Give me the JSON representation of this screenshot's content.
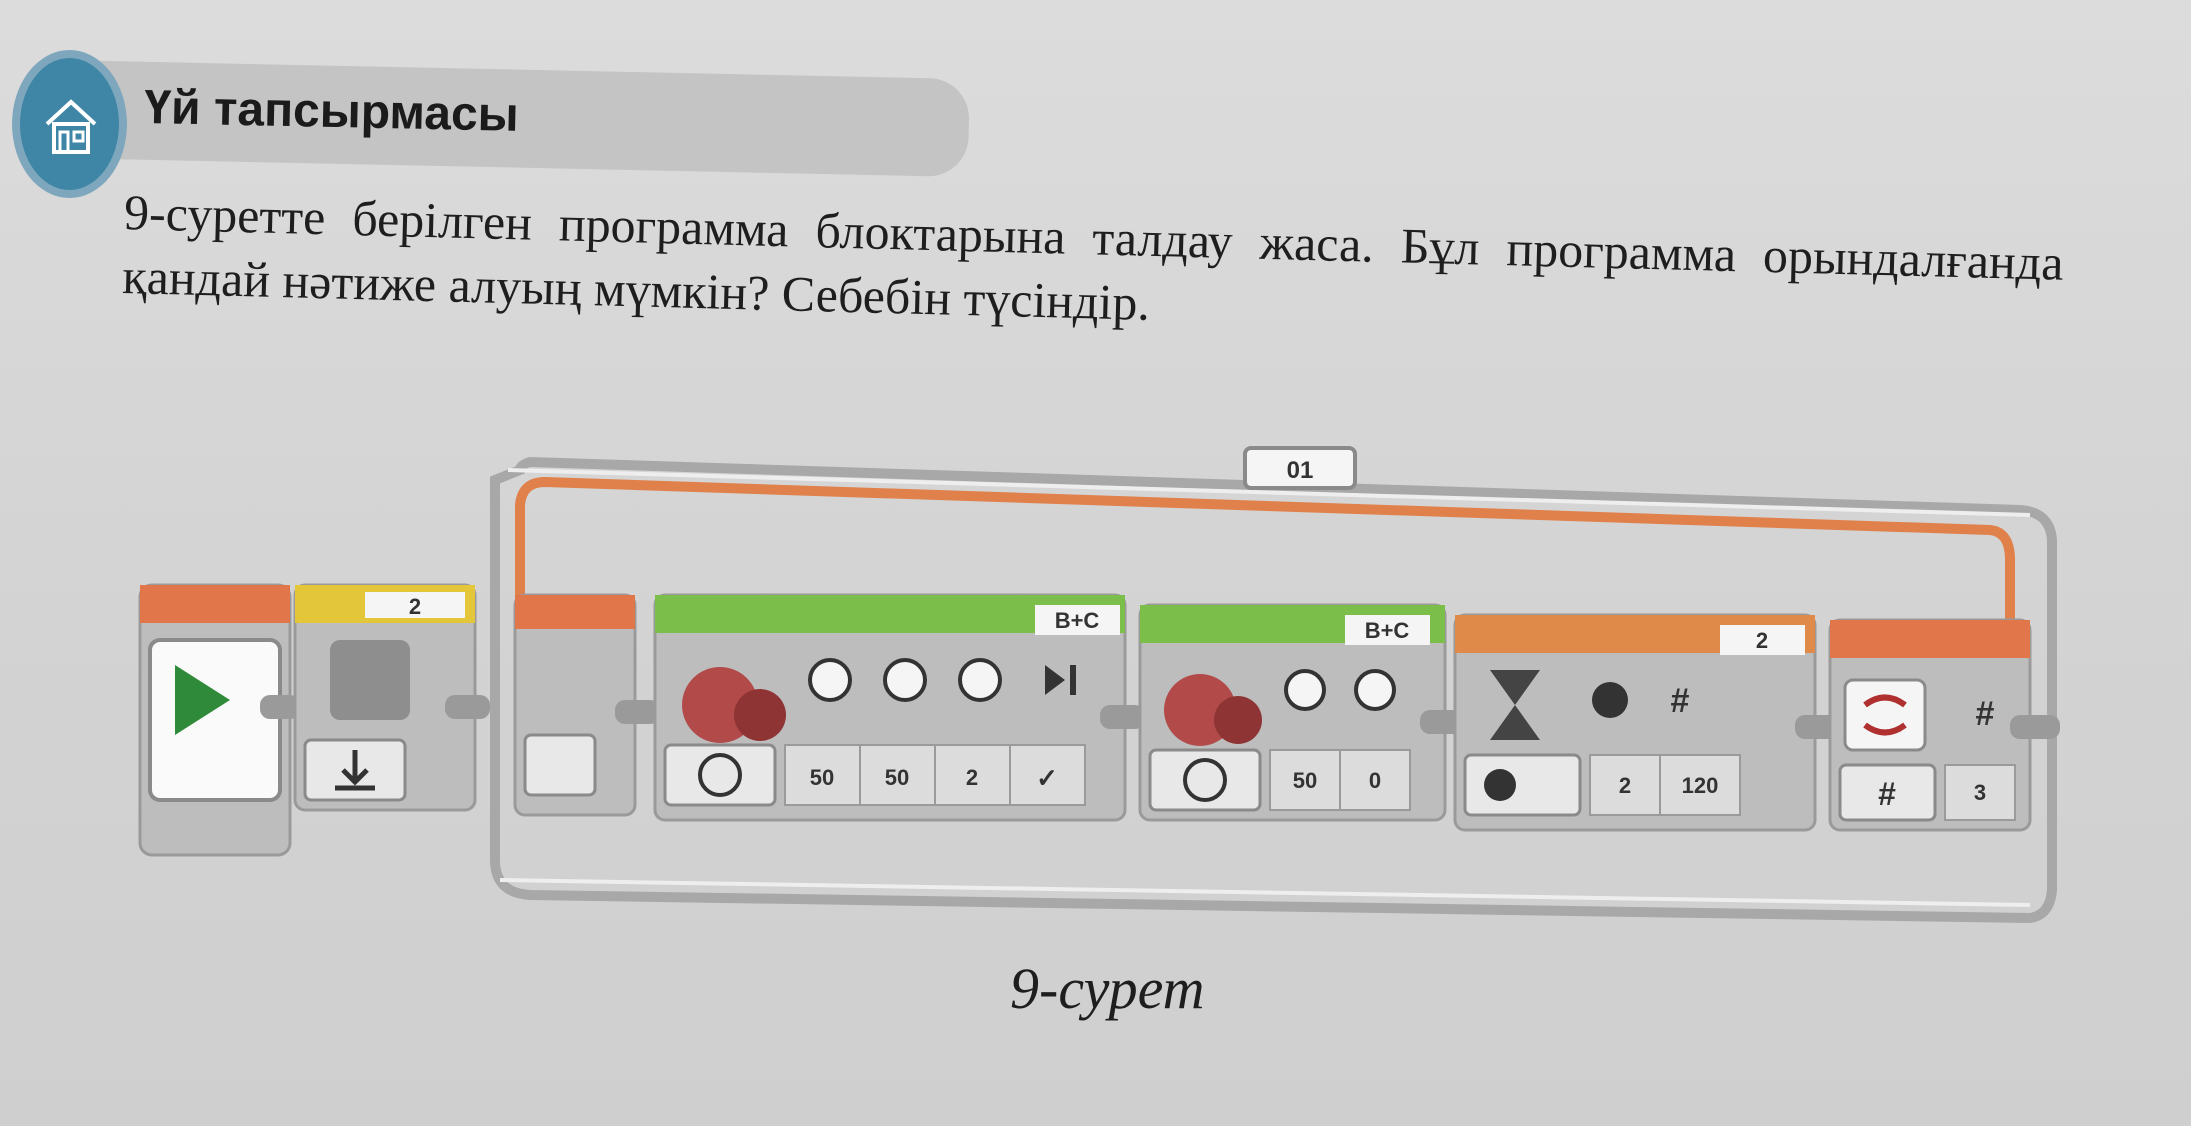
{
  "header": {
    "title": "Үй тапсырмасы",
    "icon": "home-icon"
  },
  "task": {
    "text": "9-суретте берілген программа блоктарына талдау жаса. Бұл программа орындалғанда қандай нәтиже алуың мүмкін? Себебін түсіндір."
  },
  "figure": {
    "caption": "9-сурет",
    "loop": {
      "label": "01"
    },
    "brick_status": {
      "value": "2"
    },
    "move1": {
      "ports": "B+C",
      "steering": "50",
      "power": "50",
      "seconds": "2",
      "brake": "✓"
    },
    "move2": {
      "ports": "B+C",
      "steering": "50",
      "power": "0"
    },
    "wait": {
      "port": "2",
      "threshold_a": "2",
      "threshold_b": "120"
    },
    "loop_interrupt": {
      "count": "3",
      "symbol": "#"
    },
    "colors": {
      "start_header": "#e0764a",
      "yellow_header": "#e3c63a",
      "move_header": "#7bbf4a",
      "orange_header": "#e08a4a",
      "loop_line": "#e0804a"
    }
  }
}
